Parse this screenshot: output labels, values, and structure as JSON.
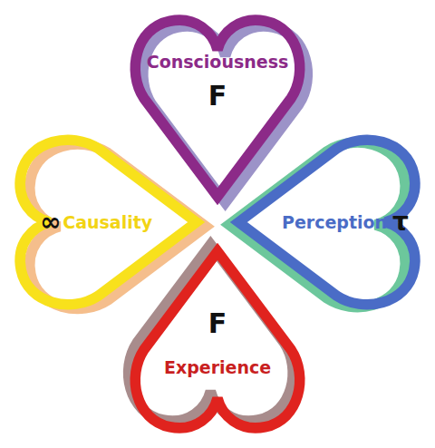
{
  "diagram": {
    "nodes": [
      {
        "text": [
          "Consciousness",
          "F"
        ]
      },
      {
        "text": [
          "∞",
          "Causality"
        ]
      },
      {
        "text": [
          "Perception",
          "τ"
        ]
      },
      {
        "text": [
          "F",
          "Experience"
        ]
      }
    ]
  }
}
